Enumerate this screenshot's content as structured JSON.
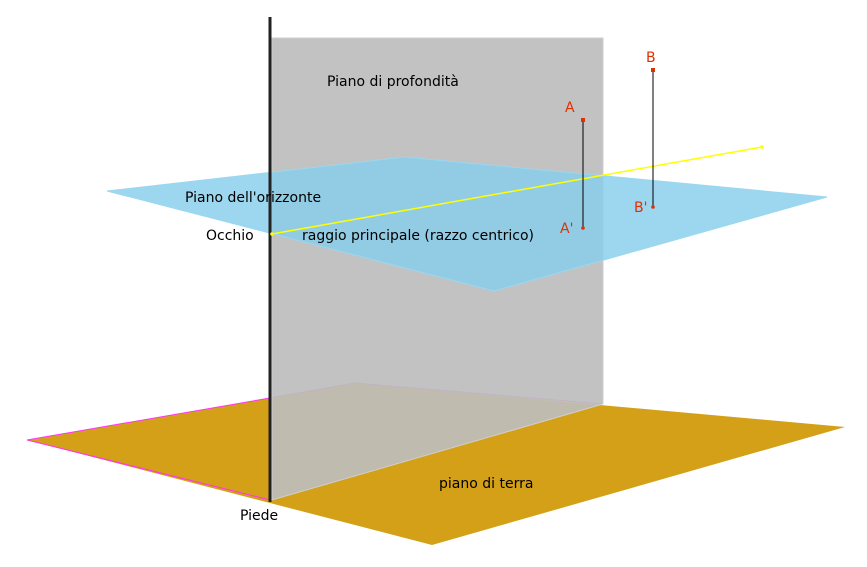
{
  "labels": {
    "depth_plane": "Piano di profondità",
    "horizon_plane": "Piano dell'orizzonte",
    "eye": "Occhio",
    "principal_ray": "raggio principale (razzo centrico)",
    "ground_plane": "piano di terra",
    "foot": "Piede",
    "point_a": "A",
    "point_a_proj": "A'",
    "point_b": "B",
    "point_b_proj": "B'"
  },
  "colors": {
    "background": "#ffffff",
    "depth_plane": "#c0c0c0",
    "horizon_plane": "#87ceeb",
    "ground_plane": "#d4a017",
    "ground_edge": "#ff33ff",
    "principal_ray": "#ffff00",
    "points": "#e03000",
    "axis": "#222222",
    "text": "#000000"
  }
}
